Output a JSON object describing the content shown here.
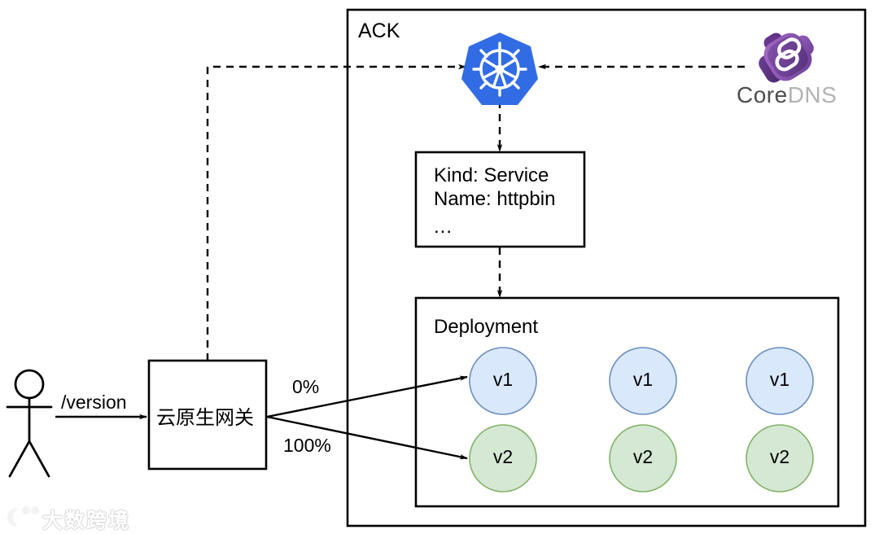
{
  "diagram": {
    "title_label": "ACK",
    "cluster_box": {
      "label": "ACK"
    },
    "service_box": {
      "line1": "Kind: Service",
      "line2": "Name: httpbin",
      "line3": "..."
    },
    "deployment_box": {
      "label": "Deployment"
    },
    "gateway_box": {
      "label": "云原生网关"
    },
    "actor": {
      "name": "user-actor"
    },
    "request_label": "/version",
    "traffic_split": {
      "v1_percent": "0%",
      "v2_percent": "100%"
    },
    "pods": [
      {
        "label": "v1",
        "version": "v1",
        "column": 1
      },
      {
        "label": "v1",
        "version": "v1",
        "column": 2
      },
      {
        "label": "v1",
        "version": "v1",
        "column": 3
      },
      {
        "label": "v2",
        "version": "v2",
        "column": 1
      },
      {
        "label": "v2",
        "version": "v2",
        "column": 2
      },
      {
        "label": "v2",
        "version": "v2",
        "column": 3
      }
    ],
    "logos": {
      "kubernetes": {
        "name": "kubernetes-logo",
        "color": "#326ce5"
      },
      "coredns": {
        "name": "coredns-logo",
        "text_core": "Core",
        "text_dns": "DNS",
        "color_dark": "#4b2a72",
        "color_light": "#9b5bb5"
      }
    },
    "watermark": {
      "text": "大数跨境"
    },
    "colors": {
      "v1_fill": "#dae8fc",
      "v1_stroke": "#6c8ebf",
      "v2_fill": "#d5e8d4",
      "v2_stroke": "#82b366",
      "line": "#000000",
      "background": "#ffffff"
    }
  }
}
